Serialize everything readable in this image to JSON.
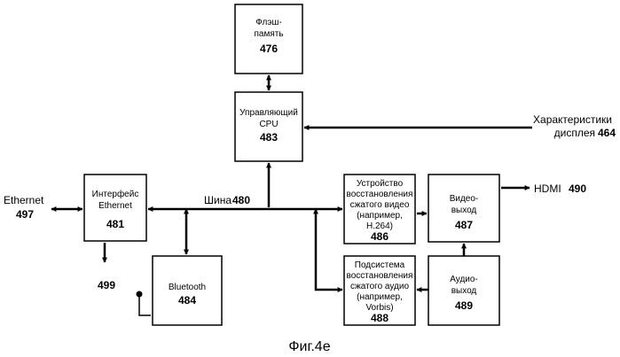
{
  "blocks": {
    "flash": {
      "lines": [
        "Флэш-",
        "память"
      ],
      "number": "476"
    },
    "cpu": {
      "lines": [
        "Управляющий",
        "CPU"
      ],
      "number": "483"
    },
    "ethernet": {
      "lines": [
        "Интерфейс",
        "Ethernet"
      ],
      "number": "481"
    },
    "video_dec": {
      "lines": [
        "Устройство",
        "восстановления",
        "сжатого видео",
        "(например,",
        "H.264)"
      ],
      "number": "486"
    },
    "video_out": {
      "lines": [
        "Видео-",
        "выход"
      ],
      "number": "487"
    },
    "bluetooth": {
      "lines": [
        "Bluetooth"
      ],
      "number": "484"
    },
    "audio_dec": {
      "lines": [
        "Подсистема",
        "восстановления",
        "сжатого аудио",
        "(например,",
        "Vorbis)"
      ],
      "number": "488"
    },
    "audio_out": {
      "lines": [
        "Аудио-",
        "выход"
      ],
      "number": "489"
    }
  },
  "bus": {
    "label": "Шина",
    "number": "480"
  },
  "external": {
    "ethernet": {
      "label": "Ethernet",
      "number": "497"
    },
    "display": {
      "lines": [
        "Характеристики",
        "дисплея"
      ],
      "number": "464"
    },
    "hdmi": {
      "label": "HDMI",
      "number": "490"
    },
    "out499": {
      "number": "499"
    }
  },
  "caption": "Фиг.4е",
  "colors": {
    "ink": "#000000",
    "background": "#ffffff"
  }
}
